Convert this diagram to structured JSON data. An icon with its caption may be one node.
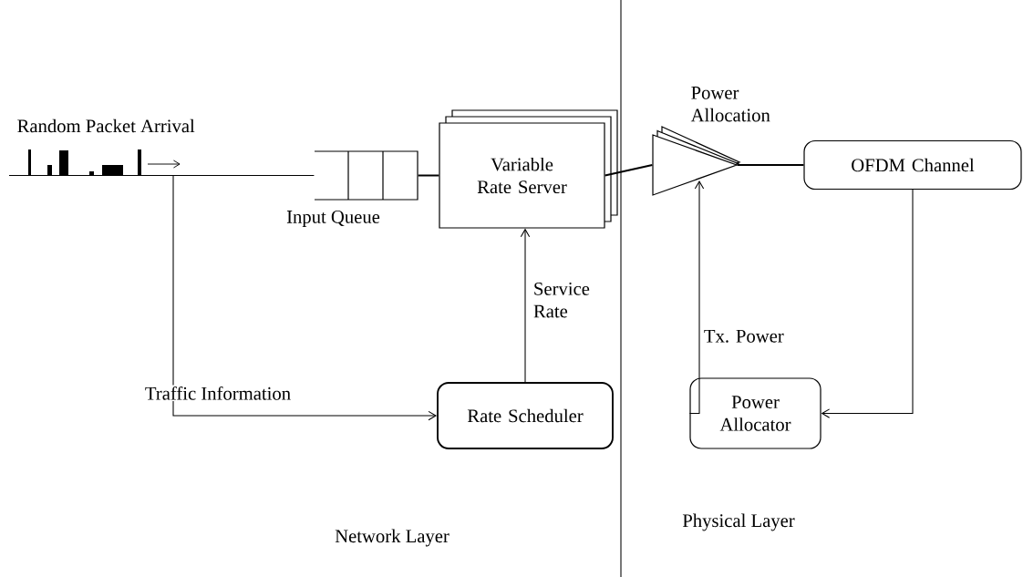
{
  "diagram": {
    "nodes": [
      {
        "text": [
          "Input Queue"
        ]
      },
      {
        "text": [
          "Variable Rate Server"
        ]
      },
      {
        "text": [
          "Power Allocation"
        ]
      },
      {
        "text": [
          "OFDM Channel"
        ]
      },
      {
        "text": [
          "Rate Scheduler"
        ]
      },
      {
        "text": [
          "Power Allocator"
        ]
      }
    ],
    "edges": [
      {
        "from": null,
        "to": 0,
        "arrow": "none"
      },
      {
        "from": null,
        "to": 4,
        "arrow": "to",
        "label": "Traffic Information"
      },
      {
        "from": 0,
        "to": 1,
        "arrow": "none"
      },
      {
        "from": 1,
        "to": 2,
        "arrow": "none"
      },
      {
        "from": 2,
        "to": 3,
        "arrow": "none"
      },
      {
        "from": 4,
        "to": 1,
        "arrow": "to",
        "label": "Service Rate"
      },
      {
        "from": 3,
        "to": 5,
        "arrow": "to"
      },
      {
        "from": 5,
        "to": 2,
        "arrow": "to",
        "label": "Tx. Power"
      }
    ],
    "labels": [
      "Random Packet Arrival",
      "Network Layer",
      "Physical Layer"
    ]
  }
}
